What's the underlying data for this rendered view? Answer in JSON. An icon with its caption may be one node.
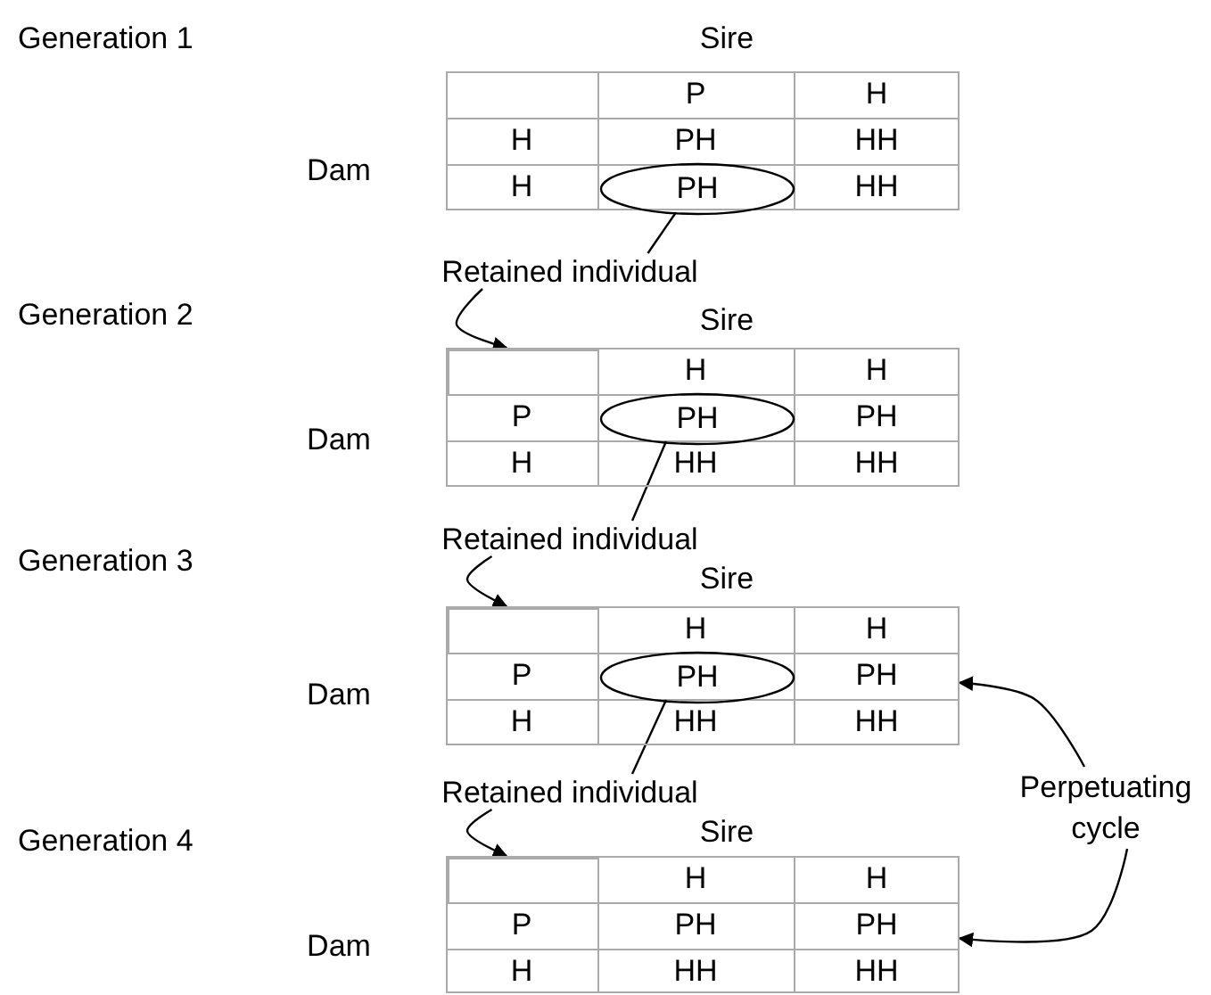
{
  "diagram": {
    "nodes": [
      {
        "text": [],
        "shape": "table"
      },
      {
        "text": [
          "PH"
        ],
        "in": 0
      },
      {
        "text": [
          "Retained individual"
        ]
      },
      {
        "text": [],
        "shape": "table"
      },
      {
        "text": [],
        "shape": "box",
        "in": 3
      },
      {
        "text": [
          "PH"
        ],
        "in": 3
      },
      {
        "text": [
          "Retained individual"
        ]
      },
      {
        "text": [],
        "shape": "table"
      },
      {
        "text": [],
        "shape": "box",
        "in": 7
      },
      {
        "text": [
          "PH"
        ],
        "in": 7
      },
      {
        "text": [
          "Retained individual"
        ]
      },
      {
        "text": [
          "Perpetuating cycle"
        ]
      },
      {
        "text": [],
        "shape": "table"
      },
      {
        "text": [],
        "shape": "box",
        "in": 12
      }
    ],
    "edges": [
      {
        "from": 1,
        "to": 2,
        "arrow": "none"
      },
      {
        "from": 2,
        "to": 4,
        "arrow": "to"
      },
      {
        "from": 5,
        "to": 6,
        "arrow": "none"
      },
      {
        "from": 6,
        "to": 8,
        "arrow": "to"
      },
      {
        "from": 9,
        "to": 10,
        "arrow": "none"
      },
      {
        "from": 10,
        "to": 13,
        "arrow": "to"
      },
      {
        "from": 11,
        "to": 7,
        "arrow": "to"
      },
      {
        "from": 11,
        "to": 12,
        "arrow": "to"
      }
    ],
    "labels": [
      "Generation 1",
      "Sire",
      "P",
      "H",
      "H",
      "PH",
      "HH",
      "Dam",
      "H",
      "HH",
      "Generation 2",
      "Sire",
      "H",
      "H",
      "P",
      "PH",
      "Dam",
      "H",
      "HH",
      "HH",
      "Generation 3",
      "Sire",
      "H",
      "H",
      "P",
      "PH",
      "Dam",
      "H",
      "HH",
      "HH",
      "Generation 4",
      "Sire",
      "H",
      "H",
      "P",
      "PH",
      "PH",
      "Dam",
      "H",
      "HH",
      "HH"
    ]
  }
}
